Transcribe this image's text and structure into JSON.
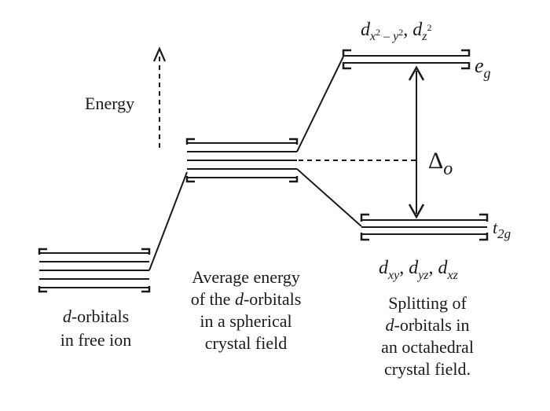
{
  "diagram": {
    "energy_label": "Energy",
    "free_ion": {
      "caption_lines": [
        "-orbitals",
        "in free ion"
      ],
      "italic_prefix": "d"
    },
    "spherical": {
      "caption_line1_plain": "Average energy",
      "caption_line2_prefix": "of the ",
      "caption_line2_italic": "d",
      "caption_line2_suffix": "-orbitals",
      "caption_line3": "in a spherical",
      "caption_line4": "crystal field"
    },
    "octahedral": {
      "caption_line1": "Splitting of",
      "caption_line2_italic": "d",
      "caption_line2_suffix": "-orbitals in",
      "caption_line3": "an octahedral",
      "caption_line4": "crystal field."
    },
    "eg": {
      "label_main": "e",
      "label_sub": "g"
    },
    "t2g": {
      "label_main": "t",
      "label_sub": "2g"
    },
    "delta": {
      "symbol": "Δ",
      "sub": "o"
    },
    "eg_orbitals": {
      "o1_main": "d",
      "o1_sub_a": "x",
      "o1_sup_a": "2",
      "o1_sub_mid": " – y",
      "o1_sup_b": "2",
      "sep": ", ",
      "o2_main": "d",
      "o2_sub": "z",
      "o2_sup": "2"
    },
    "t2g_orbitals": {
      "o1_main": "d",
      "o1_sub": "xy",
      "o2_main": "d",
      "o2_sub": "yz",
      "o3_main": "d",
      "o3_sub": "xz",
      "sep": ", "
    }
  }
}
